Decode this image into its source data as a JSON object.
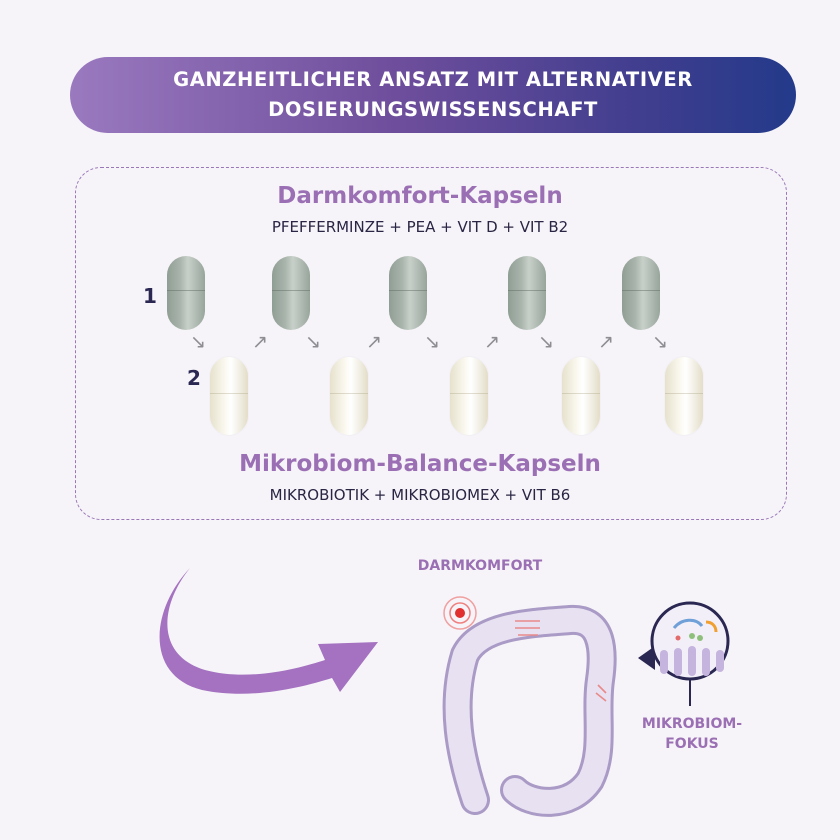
{
  "banner": {
    "line1": "GANZHEITLICHER ANSATZ MIT ALTERNATIVER",
    "line2": "DOSIERUNGSWISSENSCHAFT"
  },
  "capsule_group_1": {
    "title": "Darmkomfort-Kapseln",
    "ingredients": "PFEFFERMINZE + PEA + VIT D + VIT B2",
    "number": "1"
  },
  "capsule_group_2": {
    "title": "Mikrobiom-Balance-Kapseln",
    "ingredients": "MIKROBIOTIK + MIKROBIOMEX + VIT B6",
    "number": "2"
  },
  "diagram": {
    "label_darmkomfort": "DARMKOMFORT",
    "label_mikrobiom_line1": "MIKROBIOM-",
    "label_mikrobiom_line2": "FOKUS"
  },
  "colors": {
    "accent_purple": "#9b6fb4",
    "banner_start": "#9a79bf",
    "banner_end": "#233a8a",
    "green_capsule": "#a9b5ac",
    "white_capsule": "#fbf9f0"
  }
}
